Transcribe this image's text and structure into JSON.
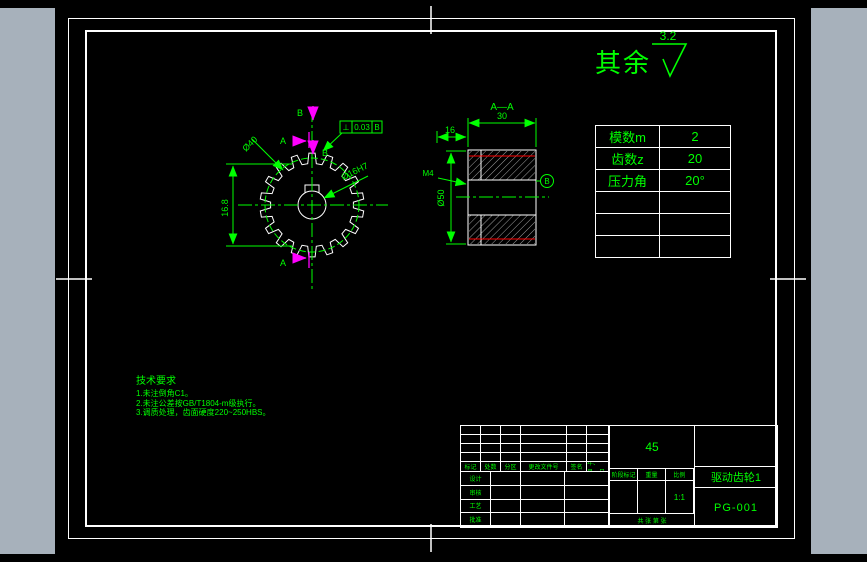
{
  "colors": {
    "annotation_green": "#00ff00",
    "section_magenta": "#ff00ff",
    "keyway_red": "#ff0000",
    "line_white": "#ffffff",
    "viewer_gray": "#a7b1bb"
  },
  "surface_note": {
    "prefix": "其余",
    "value": "3.2"
  },
  "param_table": {
    "rows": [
      {
        "label": "模数m",
        "value": "2"
      },
      {
        "label": "齿数z",
        "value": "20"
      },
      {
        "label": "压力角",
        "value": "20°"
      },
      {
        "label": "",
        "value": ""
      },
      {
        "label": "",
        "value": ""
      },
      {
        "label": "",
        "value": ""
      }
    ]
  },
  "front_view": {
    "dim_tip": "Ø40",
    "dim_bore": "Ø16H7",
    "dim_span": "16.8",
    "section_label_a": "A",
    "section_label_b": "B",
    "fcf": {
      "symbol": "⊥",
      "value": "0.03",
      "datum": "B"
    }
  },
  "section_view": {
    "title": "A—A",
    "dim_width": "30",
    "dim_hub": "16",
    "dim_thread": "M4",
    "dim_outer": "Ø50",
    "datum_label": "B"
  },
  "tech_req": {
    "title": "技术要求",
    "lines": [
      "1.未注倒角C1。",
      "2.未注公差按GB/T1804-m级执行。",
      "3.调质处理，齿面硬度220~250HBS。"
    ]
  },
  "title_block": {
    "material": "45",
    "part_name": "驱动齿轮1",
    "drawing_no": "PG-001",
    "scale": "1:1",
    "header_row": [
      "标记",
      "处数",
      "分区",
      "更改文件号",
      "签名",
      "年、月、日"
    ],
    "sign_rows": [
      "设计",
      "审核",
      "工艺",
      "批准"
    ],
    "mid_labels": [
      "阶段标记",
      "重量",
      "比例"
    ],
    "sheet_note": "共 张 第 张"
  }
}
